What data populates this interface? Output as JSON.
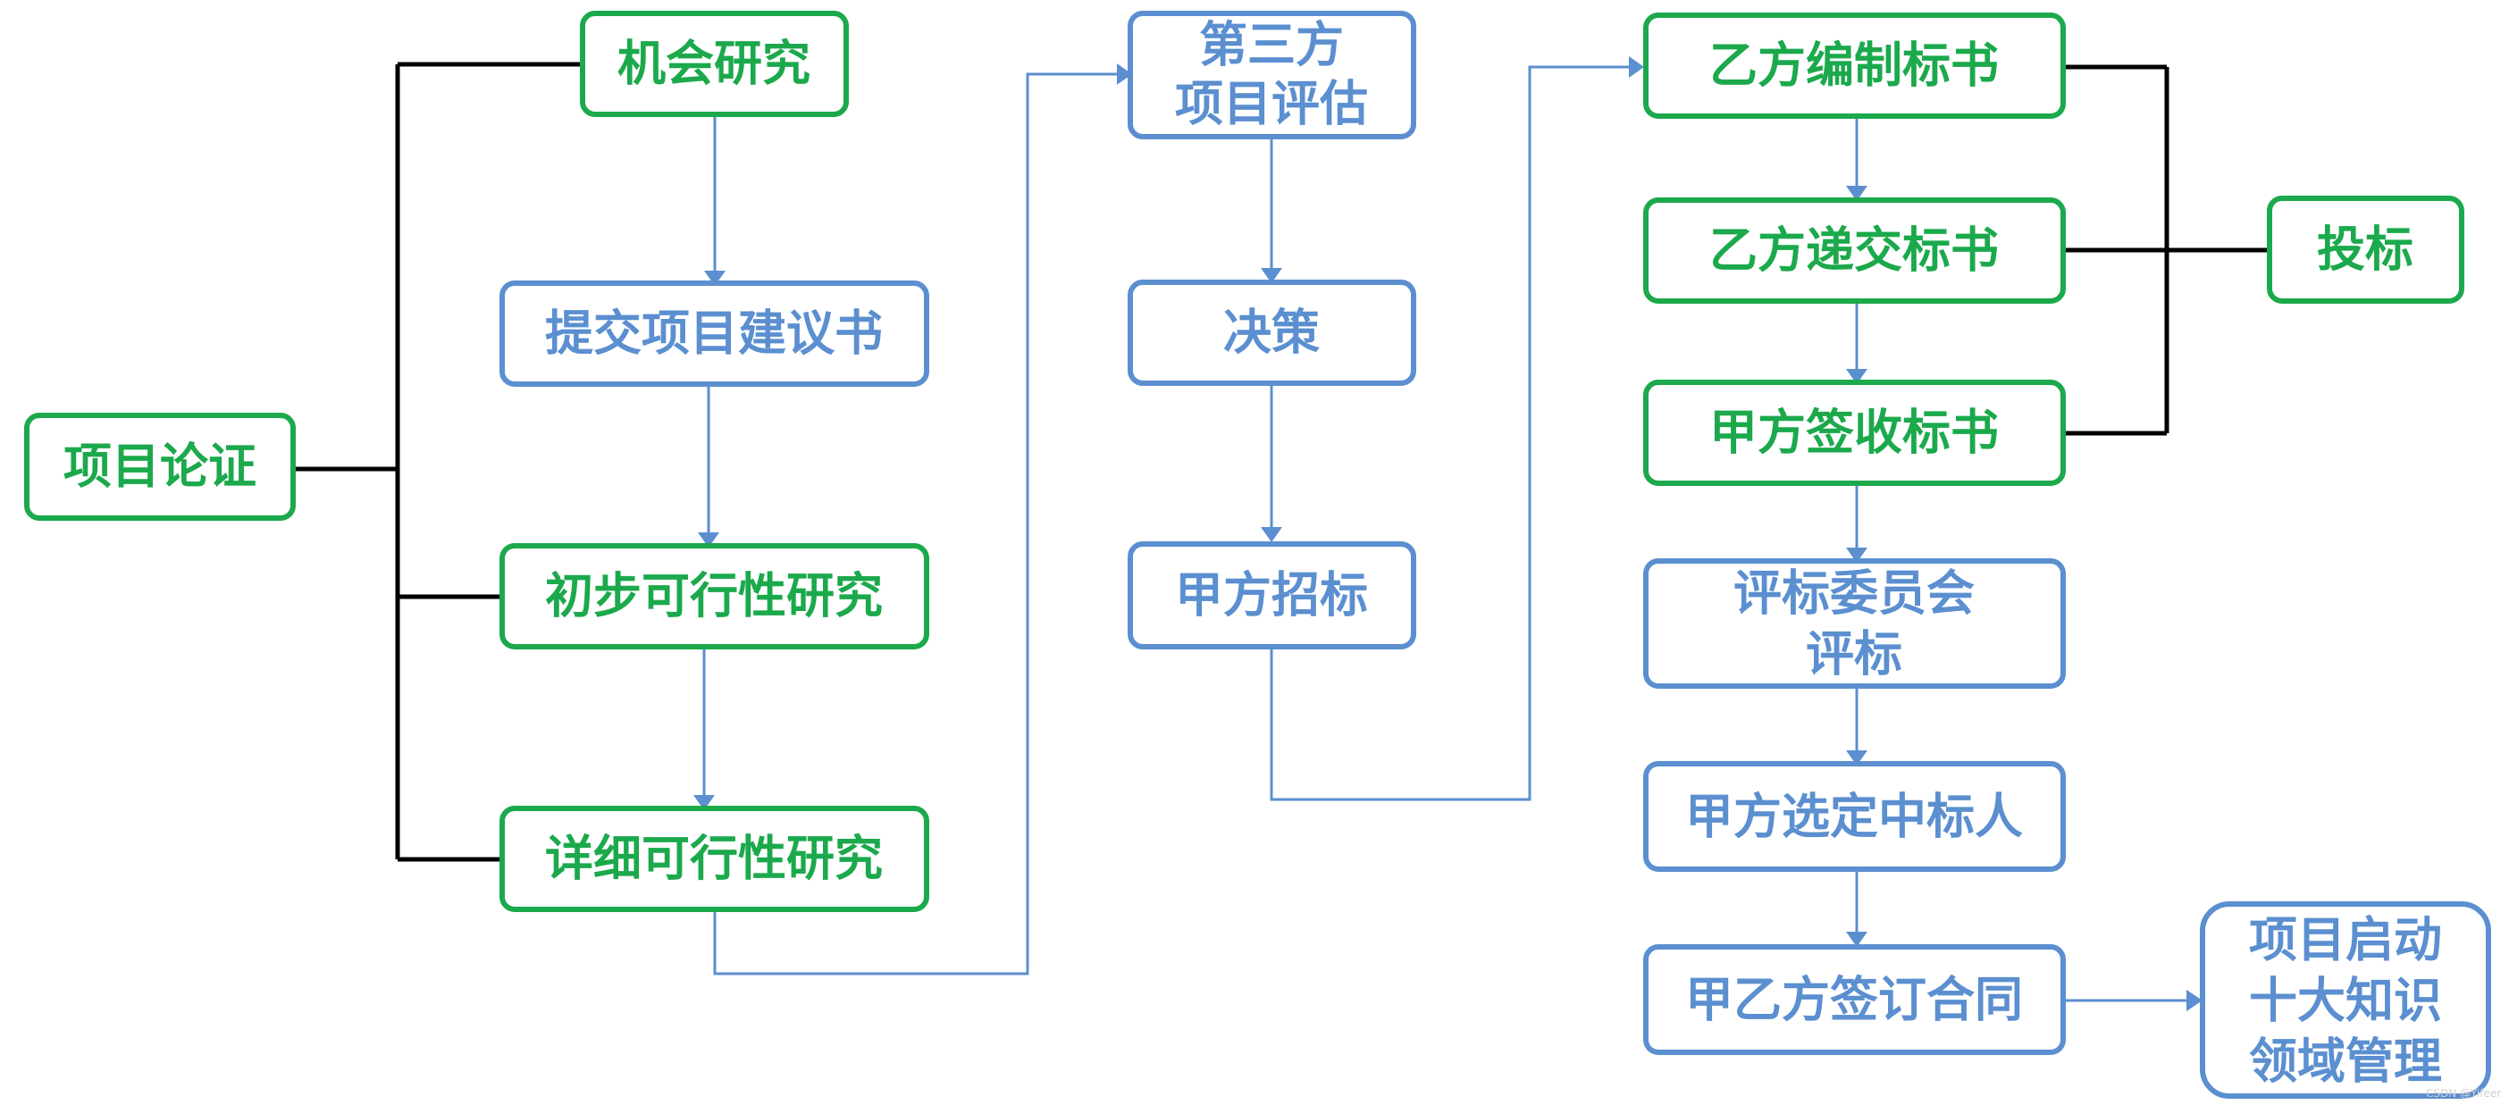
{
  "colors": {
    "green": "#1ba94c",
    "blue": "#5b8fd0",
    "black": "#000000"
  },
  "nodes": {
    "xiangmu_lunzheng": {
      "lines": [
        "项目论证"
      ],
      "color": "green"
    },
    "jihui_yanjiu": {
      "lines": [
        "机会研究"
      ],
      "color": "green"
    },
    "tijiao_jianyishu": {
      "lines": [
        "提交项目建议书"
      ],
      "color": "blue"
    },
    "chubu_kexing": {
      "lines": [
        "初步可行性研究"
      ],
      "color": "green"
    },
    "xiangxi_kexing": {
      "lines": [
        "详细可行性研究"
      ],
      "color": "green"
    },
    "disanfang_pinggu": {
      "lines": [
        "第三方",
        "项目评估"
      ],
      "color": "blue"
    },
    "juece": {
      "lines": [
        "决策"
      ],
      "color": "blue"
    },
    "jiafang_zhaobiao": {
      "lines": [
        "甲方招标"
      ],
      "color": "blue"
    },
    "yifang_bianzhi": {
      "lines": [
        "乙方编制标书"
      ],
      "color": "green"
    },
    "yifang_dijiao": {
      "lines": [
        "乙方递交标书"
      ],
      "color": "green"
    },
    "jiafang_qianshou": {
      "lines": [
        "甲方签收标书"
      ],
      "color": "green"
    },
    "toubiao": {
      "lines": [
        "投标"
      ],
      "color": "green"
    },
    "pingbiao_weiyuanhui": {
      "lines": [
        "评标委员会",
        "评标"
      ],
      "color": "blue"
    },
    "jiafang_xuanding": {
      "lines": [
        "甲方选定中标人"
      ],
      "color": "blue"
    },
    "qianding_hetong": {
      "lines": [
        "甲乙方签订合同"
      ],
      "color": "blue"
    },
    "xiangmu_qidong": {
      "lines": [
        "项目启动",
        "十大知识",
        "领域管理"
      ],
      "color": "blue"
    }
  },
  "watermark": "CSDN @Yifeer"
}
